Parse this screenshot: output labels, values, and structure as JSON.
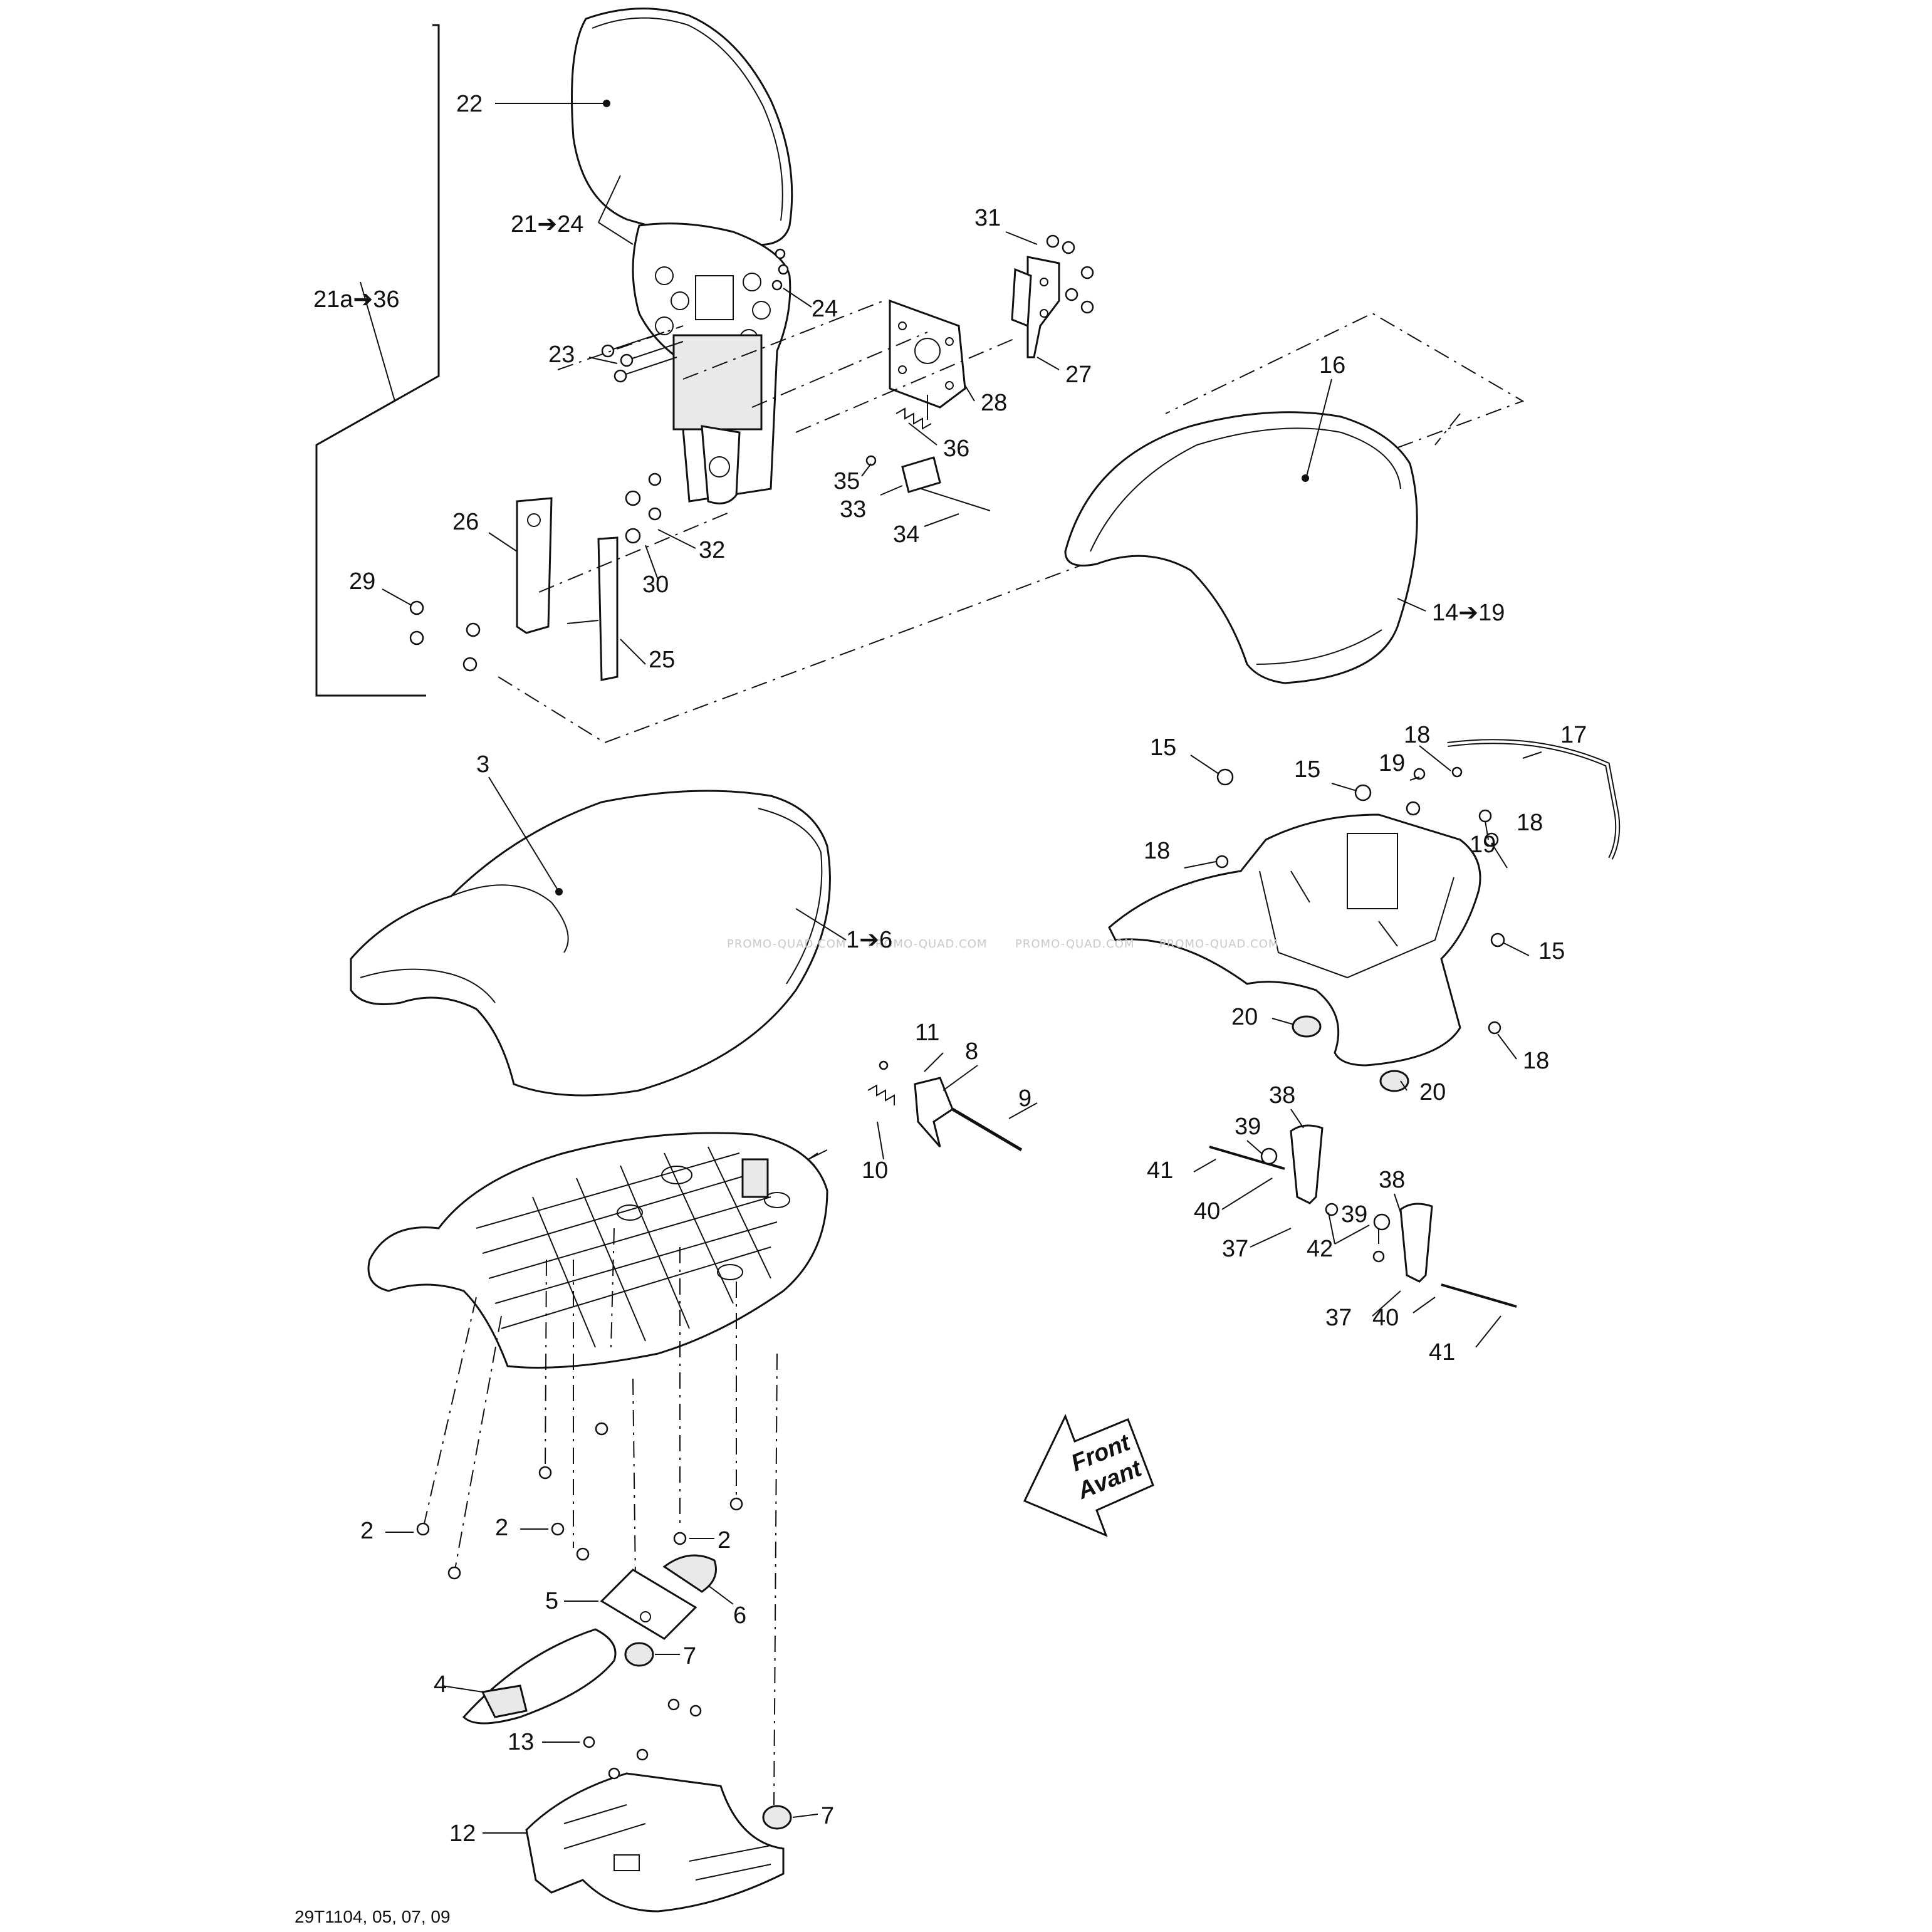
{
  "callouts": {
    "c22": "22",
    "c21_24": "21➔24",
    "c21a_36": "21a➔36",
    "c23": "23",
    "c24": "24",
    "c31": "31",
    "c27": "27",
    "c28": "28",
    "c36": "36",
    "c35": "35",
    "c33": "33",
    "c34": "34",
    "c26": "26",
    "c32": "32",
    "c29": "29",
    "c30": "30",
    "c25": "25",
    "c16": "16",
    "c14_19": "14➔19",
    "c15a": "15",
    "c15b": "15",
    "c15c": "15",
    "c18a": "18",
    "c18b": "18",
    "c18c": "18",
    "c18d": "18",
    "c17": "17",
    "c19a": "19",
    "c19b": "19",
    "c20a": "20",
    "c20b": "20",
    "c3": "3",
    "c1_6": "1➔6",
    "c11": "11",
    "c8": "8",
    "c9": "9",
    "c10": "10",
    "c38a": "38",
    "c38b": "38",
    "c39a": "39",
    "c39b": "39",
    "c41a": "41",
    "c41b": "41",
    "c40a": "40",
    "c40b": "40",
    "c37a": "37",
    "c37b": "37",
    "c42": "42",
    "c2a": "2",
    "c2b": "2",
    "c2c": "2",
    "c5": "5",
    "c6": "6",
    "c7a": "7",
    "c7b": "7",
    "c4": "4",
    "c13": "13",
    "c12": "12"
  },
  "front_arrow": {
    "line1": "Front",
    "line2": "Avant"
  },
  "watermark": "PROMO-QUAD.COM",
  "drawing_code": "29T1104, 05, 07, 09"
}
